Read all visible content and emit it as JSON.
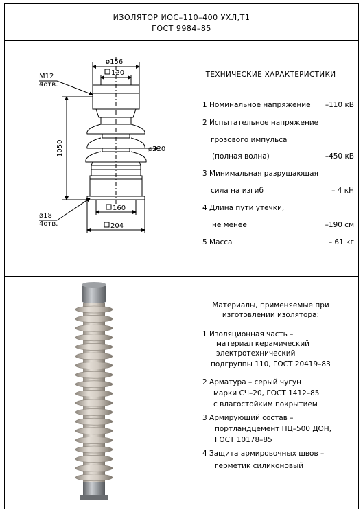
{
  "title": {
    "line1": "ИЗОЛЯТОР ИОС–110–400 УХЛ,Т1",
    "line2": "ГОСТ 9984–85"
  },
  "drawing": {
    "top_diameter": "ø156",
    "top_square": "120",
    "thread_label": "M12",
    "thread_count": "4отв.",
    "height": "1050",
    "shed_diameter": "ø220",
    "hole_label": "ø18",
    "hole_count": "4отв.",
    "base_square_inner": "160",
    "base_square_outer": "204"
  },
  "specs": {
    "heading": "ТЕХНИЧЕСКИЕ ХАРАКТЕРИСТИКИ",
    "rows": [
      {
        "text": "1  Номинальное напряжение",
        "value": "–110 кВ"
      },
      {
        "text": "2  Испытательное напряжение",
        "value": ""
      },
      {
        "text": "грозового импульса",
        "value": ""
      },
      {
        "text": "(полная волна)",
        "value": "–450 кВ"
      },
      {
        "text": "3  Минимальная разрушающая",
        "value": ""
      },
      {
        "text": "сила на изгиб",
        "value": "–   4 кН"
      },
      {
        "text": "4  Длина пути утечки,",
        "value": ""
      },
      {
        "text": "не менее",
        "value": "–190 см"
      },
      {
        "text": "5  Масса",
        "value": "–  61 кг"
      }
    ]
  },
  "materials": {
    "heading_line1": "Материалы, применяемые при",
    "heading_line2": "изготовлении изолятора:",
    "lines": [
      "1  Изоляционная часть –",
      "материал керамический",
      "электротехнический",
      "подгруппы 110, ГОСТ 20419–83",
      "2  Арматура – серый чугун",
      "марки СЧ–20, ГОСТ 1412–85",
      "с влагостойким покрытием",
      "3  Армирующий состав –",
      "портландцемент ПЦ–500 ДОН,",
      "ГОСТ 10178–85",
      "4  Защита армировочных швов –",
      "герметик силиконовый"
    ]
  },
  "colors": {
    "porcelain": "#d9d2c9",
    "porcelain_shadow": "#a39c92",
    "metal": "#8f9296"
  }
}
